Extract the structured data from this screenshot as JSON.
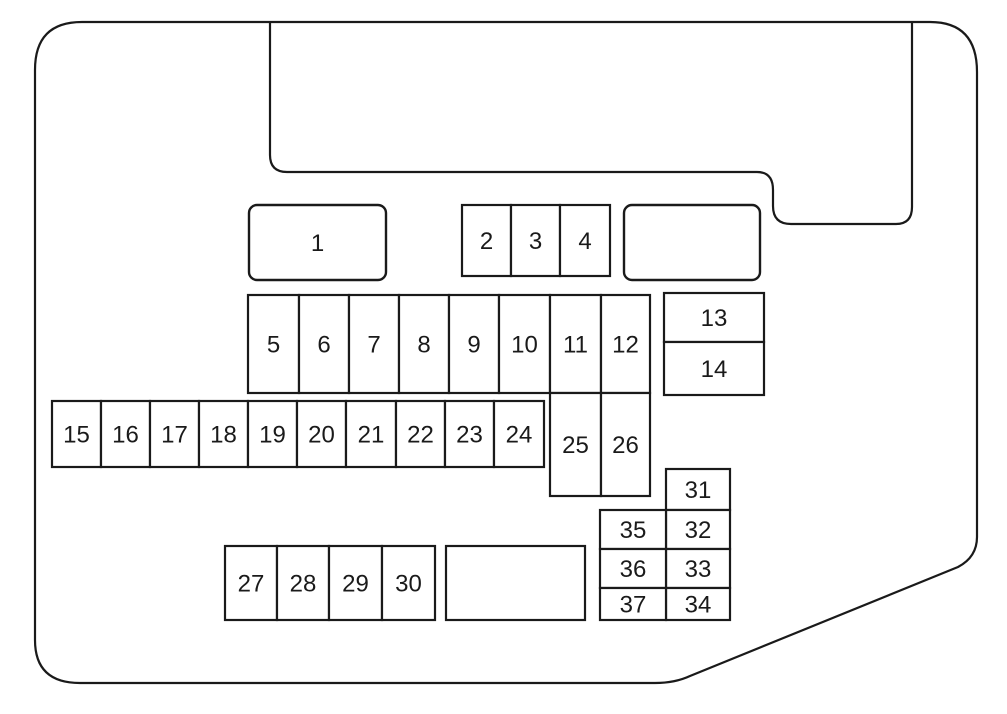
{
  "fuses": [
    "1",
    "2",
    "3",
    "4",
    "5",
    "6",
    "7",
    "8",
    "9",
    "10",
    "11",
    "12",
    "13",
    "14",
    "15",
    "16",
    "17",
    "18",
    "19",
    "20",
    "21",
    "22",
    "23",
    "24",
    "25",
    "26",
    "27",
    "28",
    "29",
    "30",
    "31",
    "32",
    "33",
    "34",
    "35",
    "36",
    "37"
  ],
  "colors": {
    "line": "#1a1a1a",
    "background": "#ffffff"
  }
}
